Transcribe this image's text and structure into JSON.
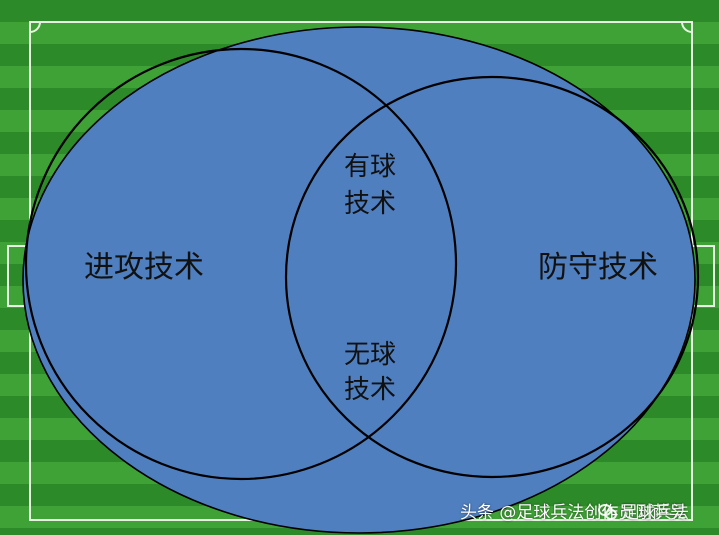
{
  "diagram": {
    "outer_region": {
      "label": ""
    },
    "left_circle": {
      "label": "进攻技术"
    },
    "right_circle": {
      "label": "防守技术"
    },
    "intersection_top": {
      "lines": [
        "有球",
        "技术"
      ]
    },
    "intersection_bottom": {
      "lines": [
        "无球",
        "技术"
      ]
    }
  },
  "watermark": {
    "left_text": "头条 @足球兵法创作员刚萨吴",
    "right_text": "足球兵法",
    "right_icon": "wechat-icon"
  },
  "colors": {
    "grass_dark": "#2c8a28",
    "grass_light": "#3fa236",
    "field_line": "#e8f2e2",
    "ellipse_fill": "#4f7fbf",
    "stroke": "#000000",
    "text": "#111111",
    "watermark": "#ffffff"
  }
}
